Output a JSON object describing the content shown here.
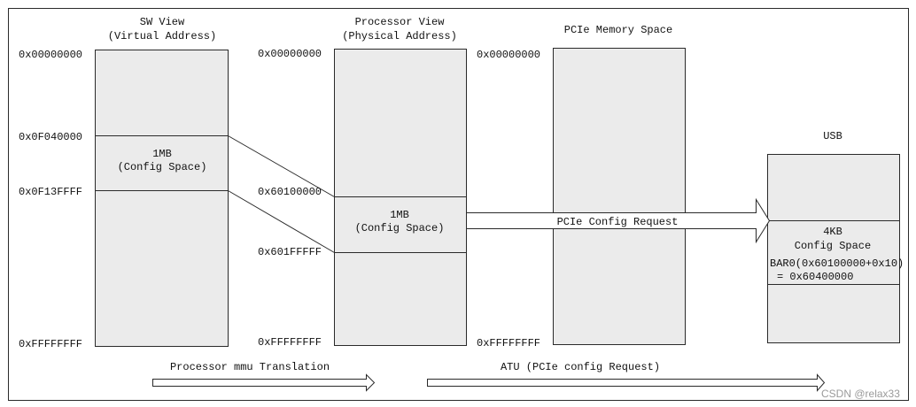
{
  "colors": {
    "box_fill": "#ebebeb",
    "stroke": "#2a2a2a",
    "background": "#ffffff"
  },
  "sw_view": {
    "title_line1": "SW View",
    "title_line2": "(Virtual Address)",
    "addr_start": "0x00000000",
    "addr_region_start": "0x0F040000",
    "addr_region_end": "0x0F13FFFF",
    "addr_end": "0xFFFFFFFF",
    "region_line1": "1MB",
    "region_line2": "(Config Space)"
  },
  "processor_view": {
    "title_line1": "Processor View",
    "title_line2": "(Physical Address)",
    "addr_start": "0x00000000",
    "addr_region_start": "0x60100000",
    "addr_region_end": "0x601FFFFF",
    "addr_end": "0xFFFFFFFF",
    "region_line1": "1MB",
    "region_line2": "(Config Space)"
  },
  "pcie_memory_space": {
    "title": "PCIe Memory Space",
    "addr_start": "0x00000000",
    "addr_end": "0xFFFFFFFF"
  },
  "usb": {
    "title": "USB",
    "region_line1": "4KB",
    "region_line2": "Config Space",
    "bar_line1": "BAR0(0x60100000+0x10)",
    "bar_line2": "= 0x60400000"
  },
  "arrows": {
    "config_request": "PCIe Config Request",
    "mmu_translation": "Processor mmu Translation",
    "atu": "ATU (PCIe config Request)"
  },
  "watermark": "CSDN @relax33"
}
